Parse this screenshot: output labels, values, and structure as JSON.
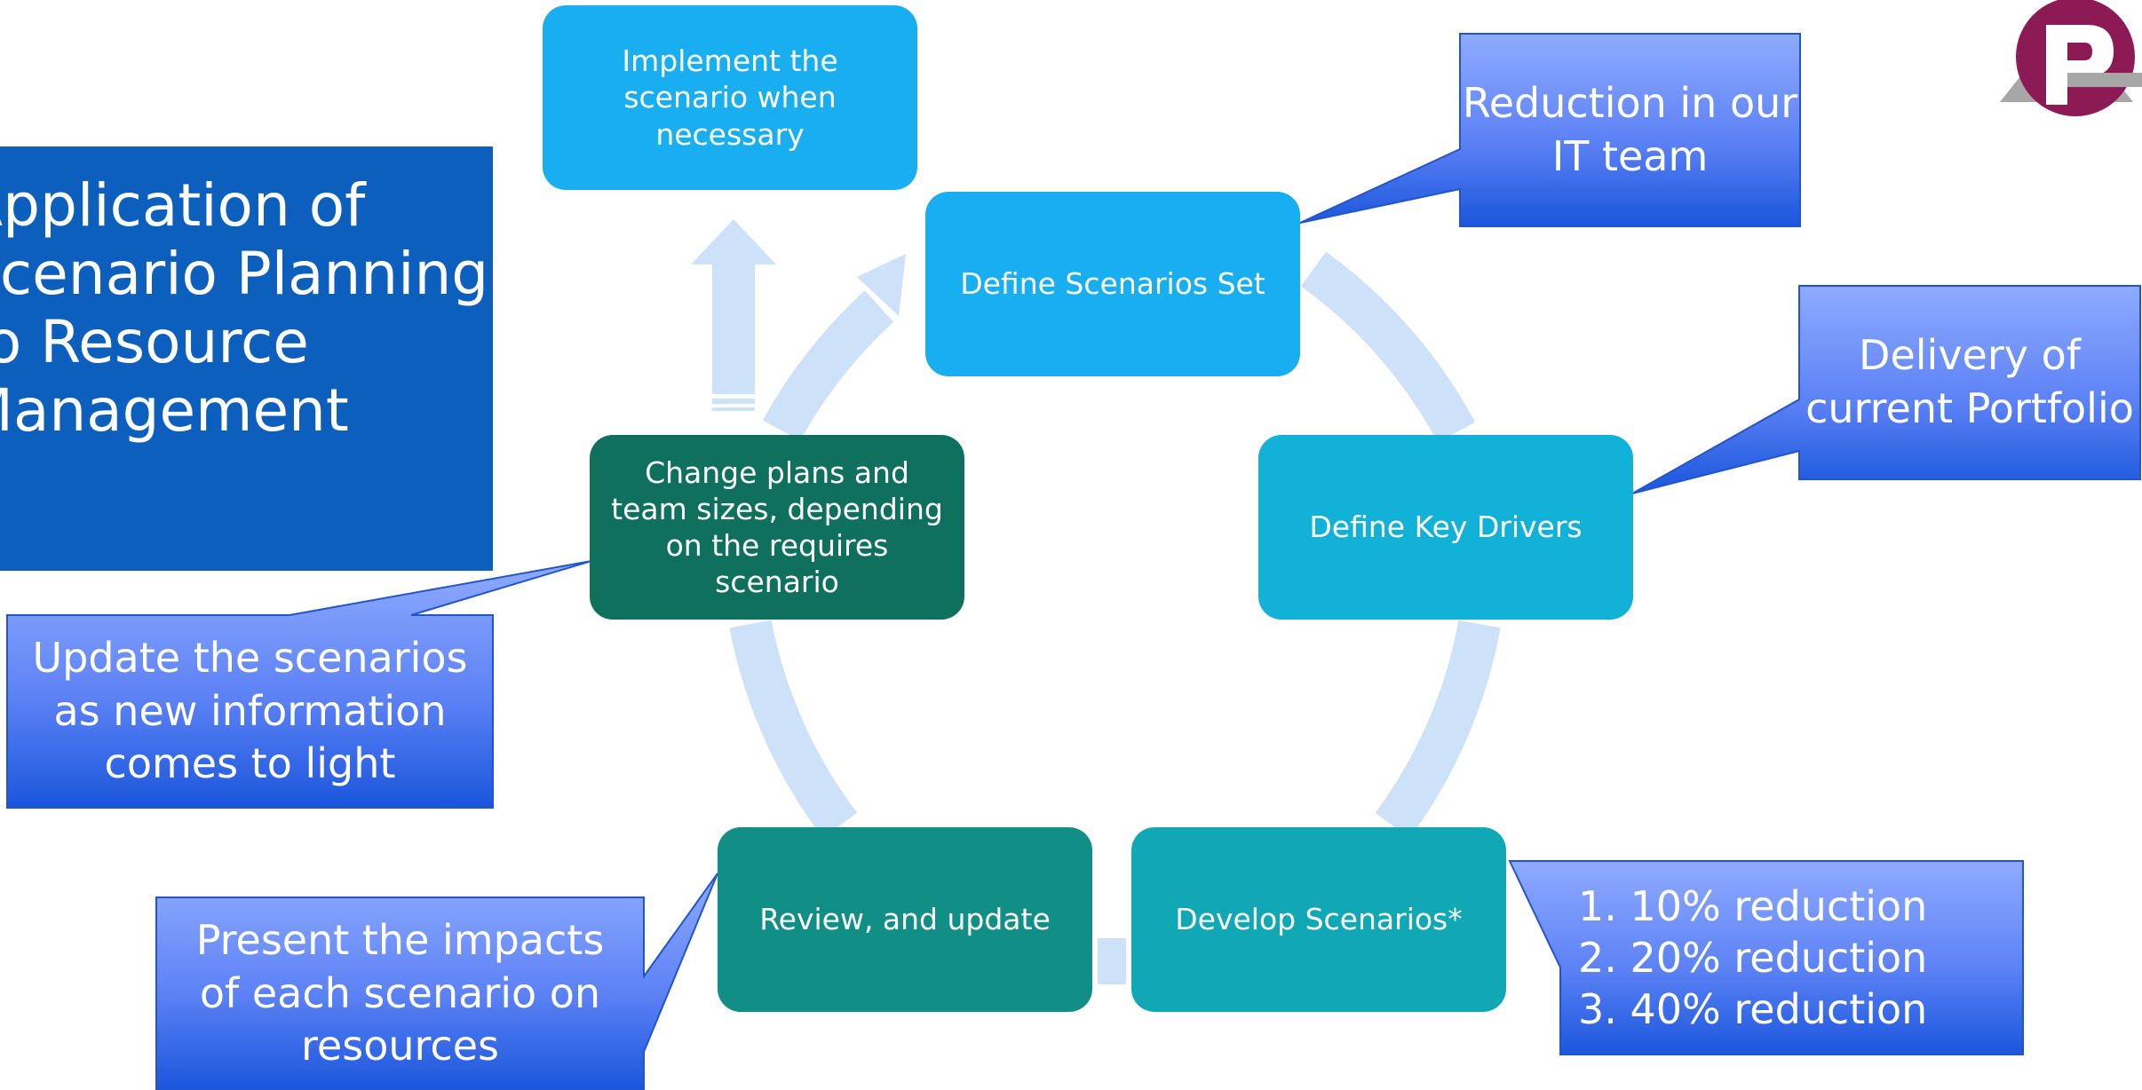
{
  "title": "Application of\nScenario Planning\nto Resource\nManagement",
  "cycle_steps": [
    {
      "id": "define-scenarios",
      "label": "Define Scenarios Set"
    },
    {
      "id": "define-key-drivers",
      "label": "Define Key Drivers"
    },
    {
      "id": "develop-scenarios",
      "label": "Develop Scenarios*"
    },
    {
      "id": "review-update",
      "label": "Review, and update"
    },
    {
      "id": "change-plans",
      "label": "Change plans and team sizes, depending on the requires scenario"
    }
  ],
  "implement_step": {
    "label": "Implement the scenario when necessary"
  },
  "callouts": {
    "it_team": "Reduction in our IT team",
    "portfolio": "Delivery of current Portfolio",
    "reductions": [
      "1. 10% reduction",
      "2. 20% reduction",
      "3. 40% reduction"
    ],
    "update_scenarios": "Update the scenarios as new information comes to light",
    "present_impacts": "Present the impacts of each scenario on resources"
  },
  "colors": {
    "title_panel": "#0d5fbd",
    "define_scenarios": "#18aeef",
    "implement": "#18aeef",
    "define_key_drivers": "#12b1d8",
    "develop_scenarios": "#10a8b5",
    "review_update": "#118f86",
    "change_plans": "#0f705d",
    "cycle_arrow": "#cde2f8",
    "callout_top": "#8fabff",
    "callout_bottom": "#1a56dc",
    "callout_border": "#2255c9",
    "logo_circle": "#8b1a55",
    "logo_gray": "#a7a7a7"
  }
}
